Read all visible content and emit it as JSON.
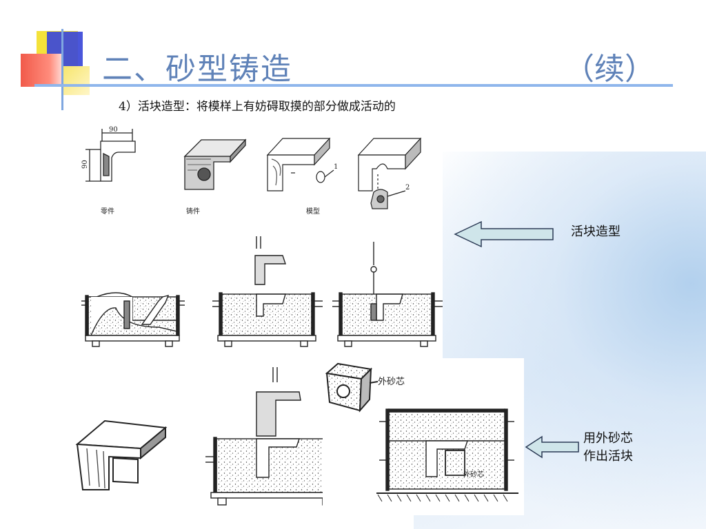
{
  "slide": {
    "title": "二、砂型铸造",
    "title_suffix": "（续）",
    "subtitle": "4）活块造型：将模样上有妨碍取摸的部分做成活动的"
  },
  "figure_row1": {
    "dim_top": "90",
    "dim_side": "90",
    "label_part": "零件",
    "label_casting": "铸件",
    "label_pattern": "模型",
    "marker_1": "1",
    "marker_2": "2"
  },
  "figure_row3": {
    "label_outer_core": "外砂芯",
    "label_core_inner": "外砂芯"
  },
  "callouts": {
    "loose_piece": "活块造型",
    "outer_core_line1": "用外砂芯",
    "outer_core_line2": "作出活块"
  },
  "colors": {
    "title": "#5f82b8",
    "rule": "#8fb6ec",
    "arrow_fill": "#cfe5ea",
    "arrow_stroke": "#2b3a55"
  }
}
